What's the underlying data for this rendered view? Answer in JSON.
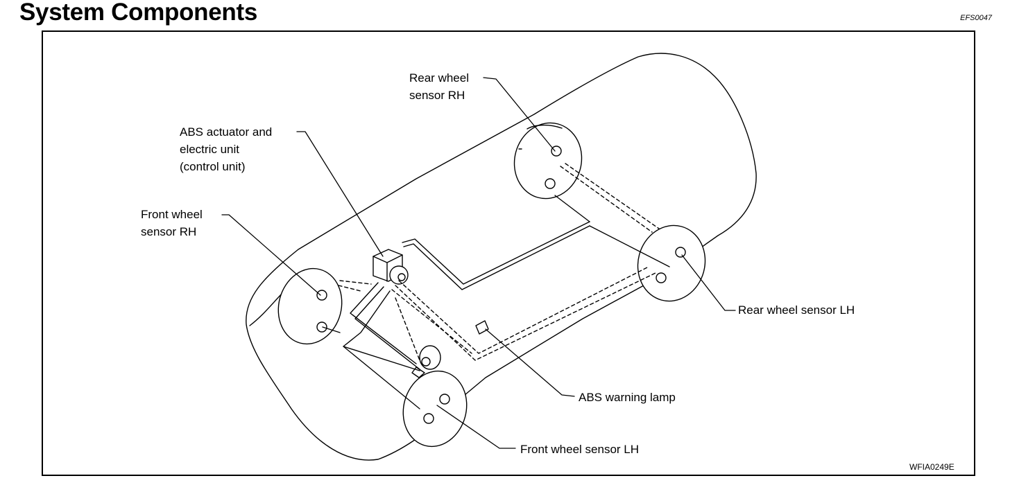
{
  "header": {
    "title": "System Components",
    "code": "EFS0047"
  },
  "labels": {
    "rear_rh": "Rear wheel\nsensor RH",
    "abs_actuator": "ABS actuator and\nelectric unit\n(control unit)",
    "front_rh": "Front wheel\nsensor RH",
    "rear_lh": "Rear wheel sensor LH",
    "abs_lamp": "ABS warning lamp",
    "front_lh": "Front wheel sensor LH"
  },
  "figure_code": "WFIA0249E"
}
